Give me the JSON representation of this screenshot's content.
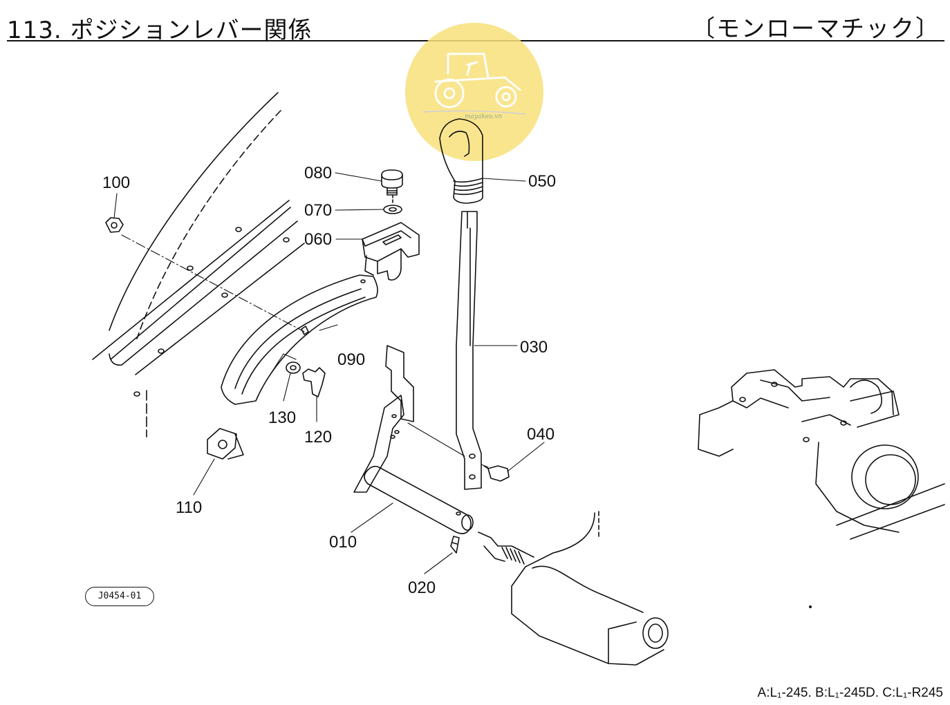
{
  "header": {
    "title": "113. ポジションレバー関係",
    "subtitle": "〔モンローマチック〕"
  },
  "parts": [
    {
      "id": "010"
    },
    {
      "id": "020"
    },
    {
      "id": "030"
    },
    {
      "id": "040"
    },
    {
      "id": "050"
    },
    {
      "id": "060"
    },
    {
      "id": "070"
    },
    {
      "id": "080"
    },
    {
      "id": "090"
    },
    {
      "id": "100"
    },
    {
      "id": "110"
    },
    {
      "id": "120"
    },
    {
      "id": "130"
    }
  ],
  "diagram_code": "J0454-01",
  "footer_note": "A:L₁-245. B:L₁-245D. C:L₁-R245",
  "watermark": {
    "text": "mayakeo.vn",
    "icon": "tractor-icon",
    "color": "#f7e07a"
  }
}
